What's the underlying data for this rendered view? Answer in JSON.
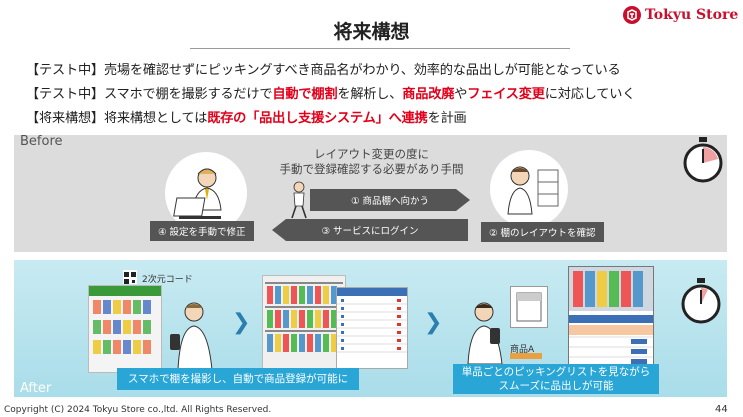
{
  "brand": {
    "name": "Tokyu Store",
    "color": "#c8102e"
  },
  "title": "将来構想",
  "lines": [
    {
      "tag": "【テスト中】",
      "parts": [
        {
          "t": "売場を確認せずにピッキングすべき商品名がわかり、効率的な品出しが可能となっている",
          "hl": false
        }
      ]
    },
    {
      "tag": "【テスト中】",
      "parts": [
        {
          "t": "スマホで棚を撮影するだけで",
          "hl": false
        },
        {
          "t": "自動で棚割",
          "hl": true
        },
        {
          "t": "を解析し、",
          "hl": false
        },
        {
          "t": "商品改廃",
          "hl": true
        },
        {
          "t": "や",
          "hl": false
        },
        {
          "t": "フェイス変更",
          "hl": true
        },
        {
          "t": "に対応していく",
          "hl": false
        }
      ]
    },
    {
      "tag": "【将来構想】",
      "parts": [
        {
          "t": "将来構想としては",
          "hl": false
        },
        {
          "t": "既存の「品出し支援システム」へ連携",
          "hl": true
        },
        {
          "t": "を計画",
          "hl": false
        }
      ]
    }
  ],
  "before": {
    "label": "Before",
    "heading_1": "レイアウト変更の度に",
    "heading_2": "手動で登録確認する必要があり手間",
    "step1": "① 商品棚へ向かう",
    "step2": "② 棚のレイアウトを確認",
    "step3": "③ サービスにログイン",
    "step4": "④ 設定を手動で修正"
  },
  "after": {
    "label": "After",
    "qr_label": "2次元コード",
    "product_label": "商品A",
    "caption_1": "スマホで棚を撮影し、自動で商品登録が可能に",
    "caption_2_line1": "単品ごとのピッキングリストを見ながら",
    "caption_2_line2": "スムーズに品出しが可能"
  },
  "footer": {
    "copyright": "Copyright (C) 2024 Tokyu Store co.,ltd. All Rights Reserved.",
    "page": "44"
  },
  "icons": [
    "tokyu-logo-icon",
    "stopwatch-icon",
    "chevron-right-icon",
    "qr-code-icon",
    "person-icon",
    "smartphone-icon"
  ],
  "colors": {
    "highlight": "#e3001b",
    "after_tag": "#2aa6d6",
    "before_bg": "#dcdcdc",
    "arrow": "#555555"
  }
}
